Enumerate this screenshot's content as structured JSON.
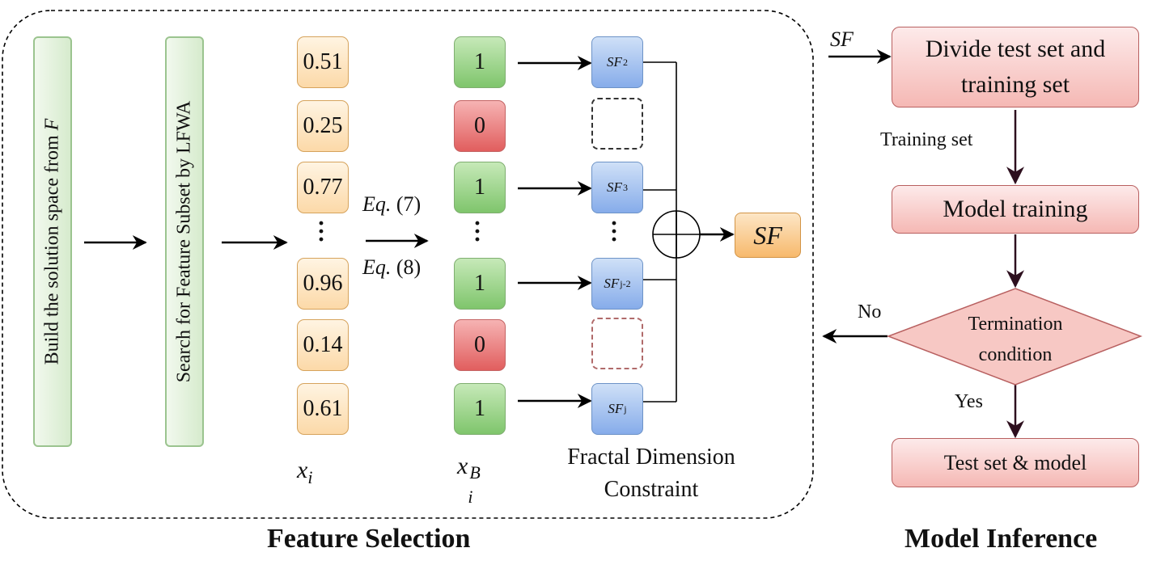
{
  "feature_selection": {
    "panel_title": "Feature Selection",
    "step1_label": "Build the solution space from",
    "step1_symbol": "F",
    "step2_label": "Search for Feature Subset by LFWA",
    "x_values": [
      "0.51",
      "0.25",
      "0.77",
      "0.96",
      "0.14",
      "0.61"
    ],
    "x_label_var": "x",
    "x_label_sub": "i",
    "equations": [
      {
        "prefix": "Eq.",
        "number": "(7)"
      },
      {
        "prefix": "Eq.",
        "number": "(8)"
      }
    ],
    "binary_values": [
      "1",
      "0",
      "1",
      "1",
      "0",
      "1"
    ],
    "xb_label_var": "x",
    "xb_label_sub": "i",
    "xb_label_sup": "B",
    "sf_items": [
      {
        "base": "SF",
        "sub": "2"
      },
      {
        "base": "SF",
        "sub": "3"
      },
      {
        "base": "SF",
        "sub": "j-2"
      },
      {
        "base": "SF",
        "sub": "j"
      }
    ],
    "fractal_label_line1": "Fractal Dimension",
    "fractal_label_line2": "Constraint",
    "output_label": "SF"
  },
  "model_inference": {
    "panel_title": "Model Inference",
    "input_label": "SF",
    "divide_line1": "Divide test set and",
    "divide_line2": "training set",
    "training_set_label": "Training set",
    "model_training": "Model training",
    "decision_line1": "Termination",
    "decision_line2": "condition",
    "no_label": "No",
    "yes_label": "Yes",
    "result": "Test set & model"
  },
  "colors": {
    "green_box": "#d6ebcd",
    "orange_cell": "#fcd9a8",
    "green_cell": "#7fc56c",
    "red_cell": "#e15e5e",
    "blue_cell": "#86acea",
    "pink_box": "#f5b8b4",
    "flow_arrow": "#2d0f1e"
  }
}
